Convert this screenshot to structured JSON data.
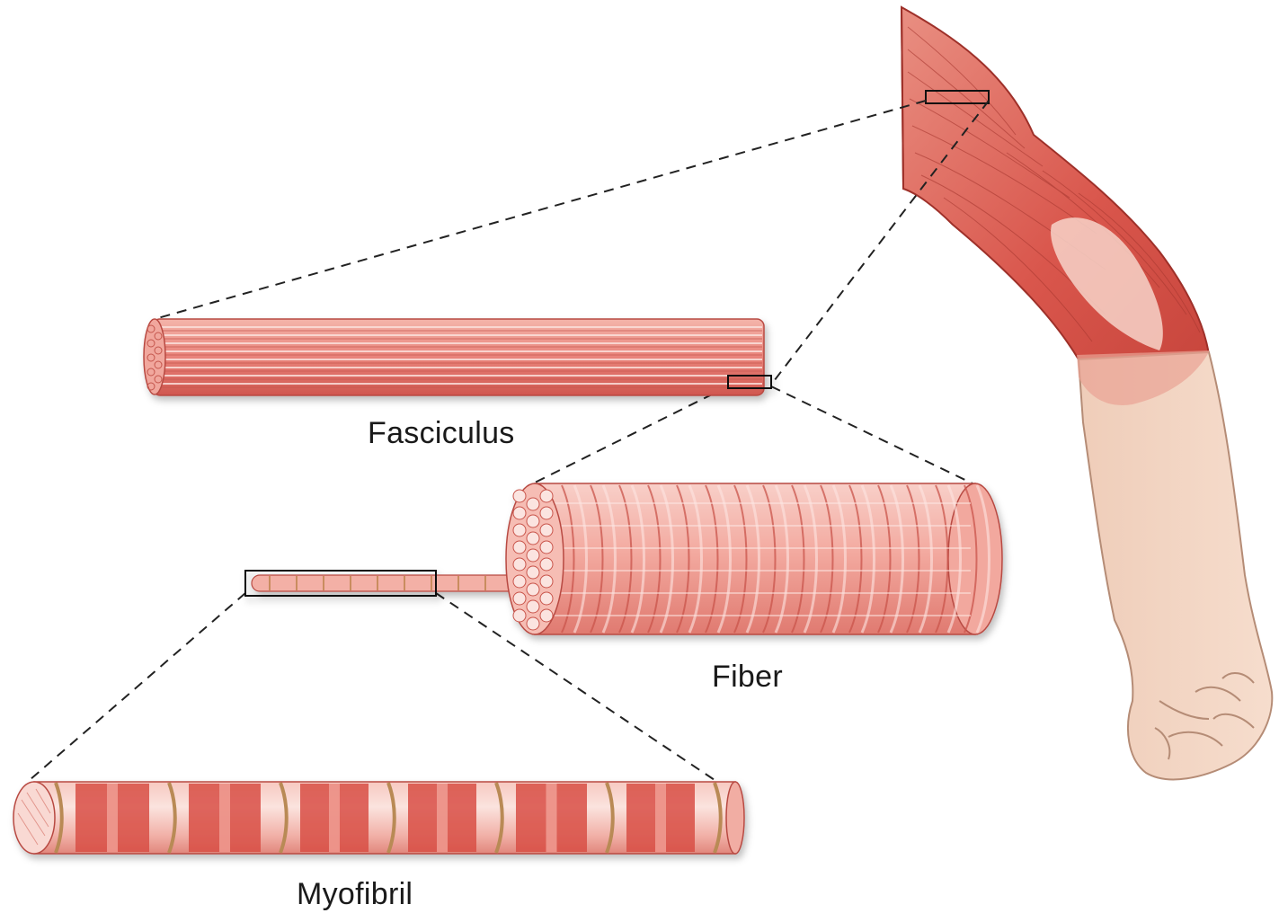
{
  "labels": {
    "fasciculus": "Fasciculus",
    "fiber": "Fiber",
    "myofibril": "Myofibril"
  },
  "colors": {
    "muscle_red": "#d9534a",
    "muscle_light": "#f6c1b8",
    "muscle_mid": "#e88a7f",
    "muscle_dark": "#b7352e",
    "skin": "#f3d6c4",
    "skin_shadow": "#e2bba5",
    "z_line": "#b98a55",
    "callout_line": "#222222"
  }
}
